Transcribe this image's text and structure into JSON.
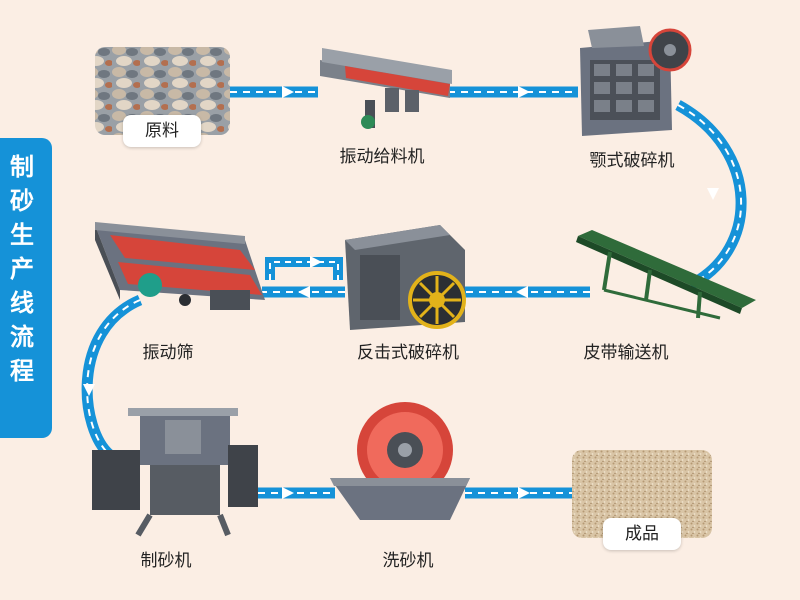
{
  "title": "制砂生产线流程",
  "steps": {
    "raw": "原料",
    "feeder": "振动给料机",
    "jaw": "颚式破碎机",
    "conveyor": "皮带输送机",
    "impact": "反击式破碎机",
    "screen": "振动筛",
    "sandmaker": "制砂机",
    "washer": "洗砂机",
    "product": "成品"
  },
  "colors": {
    "accent": "#1592d8",
    "background": "#fbeee4",
    "machine": "#6b7280",
    "red": "#d6453a"
  }
}
